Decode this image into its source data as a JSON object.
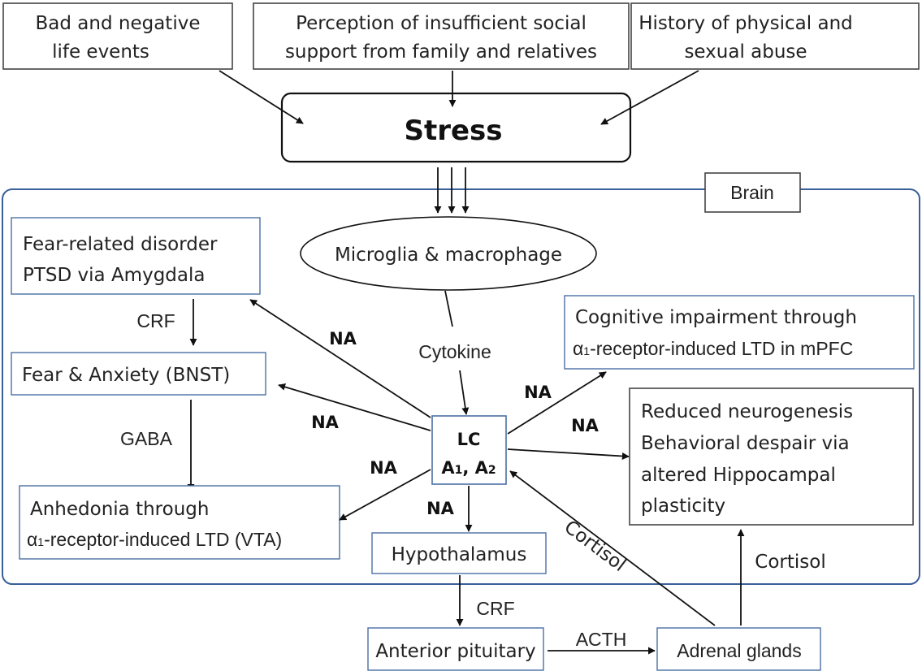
{
  "top_causes": {
    "bad_events": [
      "Bad and negative",
      "life events"
    ],
    "social_support": [
      "Perception of insufficient social",
      "support from family and relatives"
    ],
    "abuse_history": [
      "History of physical and",
      "sexual abuse"
    ]
  },
  "stress": "Stress",
  "brain_label": "Brain",
  "microglia": "Microglia & macrophage",
  "cytokine": "Cytokine",
  "lc": {
    "line1": "LC",
    "line2a": "A",
    "sub1": "1",
    "line2b": ", A",
    "sub2": "2"
  },
  "nodes": {
    "fear_disorder": [
      "Fear-related disorder",
      "PTSD  via Amygdala"
    ],
    "fear_anxiety": "Fear & Anxiety (BNST)",
    "anhedonia": {
      "line1": "Anhedonia through",
      "alpha": "α",
      "sub": "1",
      "rest": "-receptor-induced LTD (VTA)"
    },
    "cognitive": {
      "line1": "Cognitive impairment through",
      "alpha": "α",
      "sub": "1",
      "rest": "-receptor-induced LTD in mPFC"
    },
    "neurogenesis": [
      "Reduced neurogenesis",
      "Behavioral despair via",
      "altered Hippocampal",
      "plasticity"
    ],
    "hypothalamus": "Hypothalamus",
    "pituitary": "Anterior pituitary",
    "adrenal": "Adrenal glands"
  },
  "labels": {
    "crf1": "CRF",
    "gaba": "GABA",
    "na": "NA",
    "crf2": "CRF",
    "acth": "ACTH",
    "cortisol1": "Cortisol",
    "cortisol2": "Cortisol"
  }
}
